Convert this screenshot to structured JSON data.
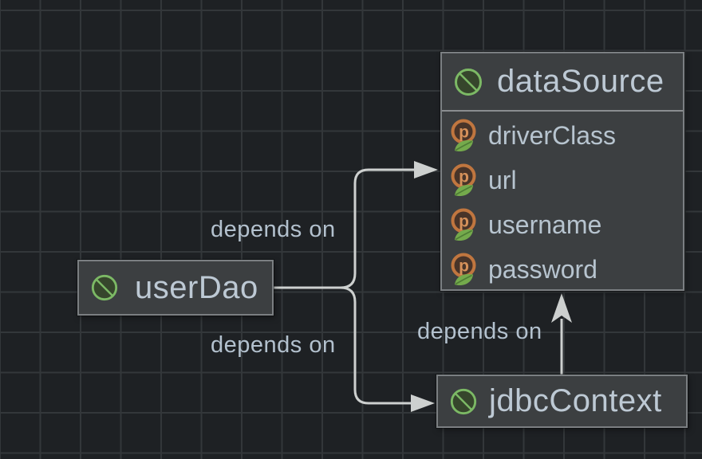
{
  "diagram": {
    "nodes": {
      "dataSource": {
        "title": "dataSource",
        "icon": "spring-bean-icon",
        "properties": [
          "driverClass",
          "url",
          "username",
          "password"
        ]
      },
      "userDao": {
        "title": "userDao",
        "icon": "spring-bean-icon"
      },
      "jdbcContext": {
        "title": "jdbcContext",
        "icon": "spring-bean-icon"
      }
    },
    "edges": [
      {
        "from": "userDao",
        "to": "dataSource",
        "label": "depends on"
      },
      {
        "from": "userDao",
        "to": "jdbcContext",
        "label": "depends on"
      },
      {
        "from": "jdbcContext",
        "to": "dataSource",
        "label": "depends on"
      }
    ],
    "icons": {
      "bean": "spring-bean-icon",
      "property": "spring-property-icon",
      "property_letter": "p"
    },
    "colors": {
      "background": "#1e2124",
      "grid_line": "#33373a",
      "node_fill": "#3c3f41",
      "node_border": "#7b7f82",
      "node_text": "#bdc9d4",
      "edge": "#cdd0cf",
      "bean_green": "#7cb965",
      "bean_fill": "#36462c",
      "property_orange": "#c0763f",
      "property_fill": "#483429",
      "leaf_green": "#74aa4c"
    }
  }
}
